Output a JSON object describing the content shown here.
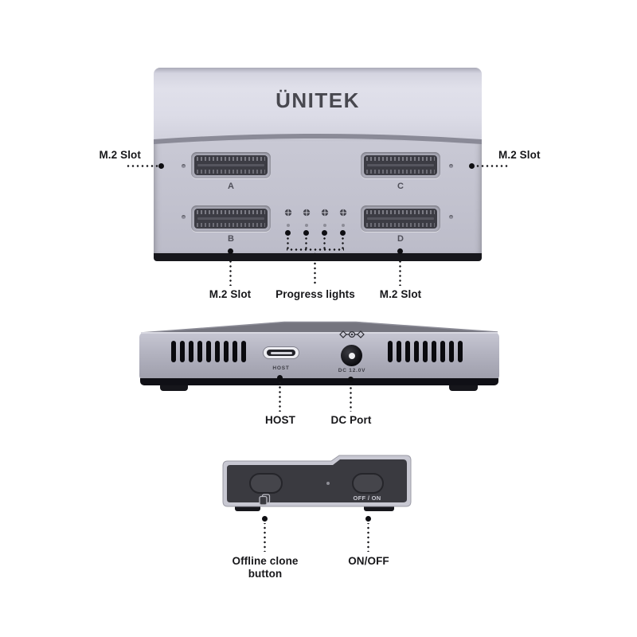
{
  "brand": {
    "logo_text": "ÜNITEK"
  },
  "top_view": {
    "slots": [
      "A",
      "B",
      "C",
      "D"
    ],
    "callout_left": "M.2 Slot",
    "callout_right": "M.2 Slot",
    "callout_slot_b": "M.2 Slot",
    "callout_progress": "Progress lights",
    "callout_slot_d": "M.2 Slot",
    "progress_light_count": 4
  },
  "rear_view": {
    "host_engraving": "HOST",
    "dc_engraving": "DC 12.0V",
    "callout_host": "HOST",
    "callout_dc": "DC Port"
  },
  "front_view": {
    "power_engraving": "OFF / ON",
    "callout_clone": "Offline clone button",
    "callout_power": "ON/OFF"
  },
  "colors": {
    "device_top": "#dcdce7",
    "device_face": "#c2c2cf",
    "device_dark_panel": "#3a3a40",
    "black_trim": "#17171c",
    "label_text": "#17171a"
  }
}
